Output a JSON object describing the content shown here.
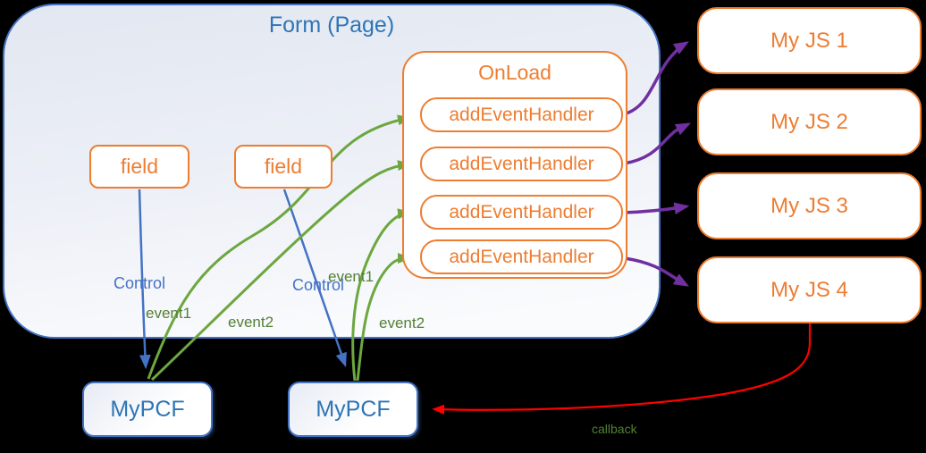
{
  "form": {
    "title": "Form (Page)"
  },
  "fields": [
    "field",
    "field"
  ],
  "onload": {
    "title": "OnLoad",
    "handlers": [
      "addEventHandler",
      "addEventHandler",
      "addEventHandler",
      "addEventHandler"
    ]
  },
  "my_js": [
    "My JS 1",
    "My JS 2",
    "My JS 3",
    "My JS 4"
  ],
  "my_pcf": [
    "MyPCF",
    "MyPCF"
  ],
  "edge_labels": {
    "control_left": "Control",
    "control_right": "Control",
    "event1_left": "event1",
    "event2_left": "event2",
    "event1_right": "event1",
    "event2_right": "event2",
    "callback": "callback"
  },
  "connectors": [
    {
      "from": "field-1",
      "to": "MyPCF-1",
      "label": "Control",
      "color": "#4472C4"
    },
    {
      "from": "field-2",
      "to": "MyPCF-2",
      "label": "Control",
      "color": "#4472C4"
    },
    {
      "from": "MyPCF-1",
      "to": "addEventHandler-1",
      "label": "event1",
      "color": "#6CA73F"
    },
    {
      "from": "MyPCF-1",
      "to": "addEventHandler-2",
      "label": "event2",
      "color": "#6CA73F"
    },
    {
      "from": "MyPCF-2",
      "to": "addEventHandler-3",
      "label": "event1",
      "color": "#6CA73F"
    },
    {
      "from": "MyPCF-2",
      "to": "addEventHandler-4",
      "label": "event2",
      "color": "#6CA73F"
    },
    {
      "from": "addEventHandler-1",
      "to": "My JS 1",
      "label": "",
      "color": "#7030A0"
    },
    {
      "from": "addEventHandler-2",
      "to": "My JS 2",
      "label": "",
      "color": "#7030A0"
    },
    {
      "from": "addEventHandler-3",
      "to": "My JS 3",
      "label": "",
      "color": "#7030A0"
    },
    {
      "from": "addEventHandler-4",
      "to": "My JS 4",
      "label": "",
      "color": "#7030A0"
    },
    {
      "from": "My JS 4",
      "to": "MyPCF-2",
      "label": "callback",
      "color": "#FF0000"
    }
  ],
  "colors": {
    "background": "#000000",
    "orange": "#ED7D31",
    "blue_line": "#4472C4",
    "blue_text": "#2E75B6",
    "green_line": "#6CA73F",
    "green_text": "#538135",
    "purple": "#7030A0",
    "red": "#FF0000"
  }
}
